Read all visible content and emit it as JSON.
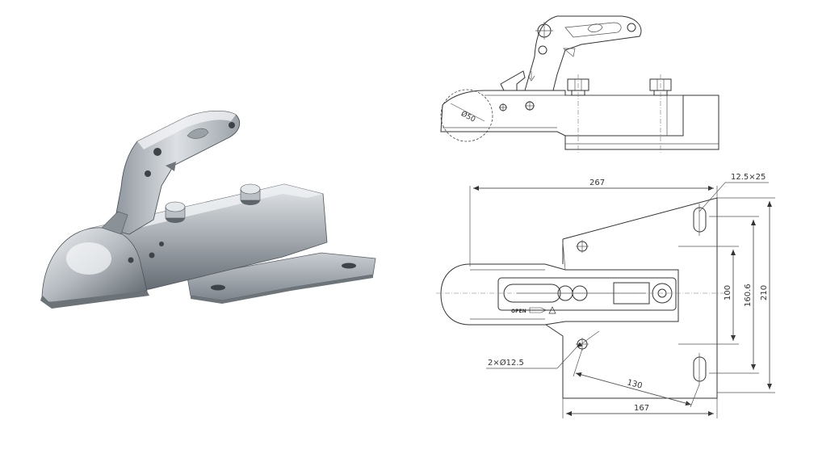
{
  "dimensions": {
    "length_267": "267",
    "slot_12_5x25": "12.5×25",
    "width_100": "100",
    "width_160_6": "160.6",
    "width_210": "210",
    "holes_2x12_5": "2×Ø12.5",
    "diag_130": "130",
    "base_167": "167",
    "ball_50": "Ø50"
  },
  "labels": {
    "open": "OPEN"
  },
  "colors": {
    "background": "#ffffff",
    "line": "#333333",
    "metal_light": "#d9dde2",
    "metal_mid": "#9aa1a8",
    "metal_dark": "#4d545b"
  }
}
